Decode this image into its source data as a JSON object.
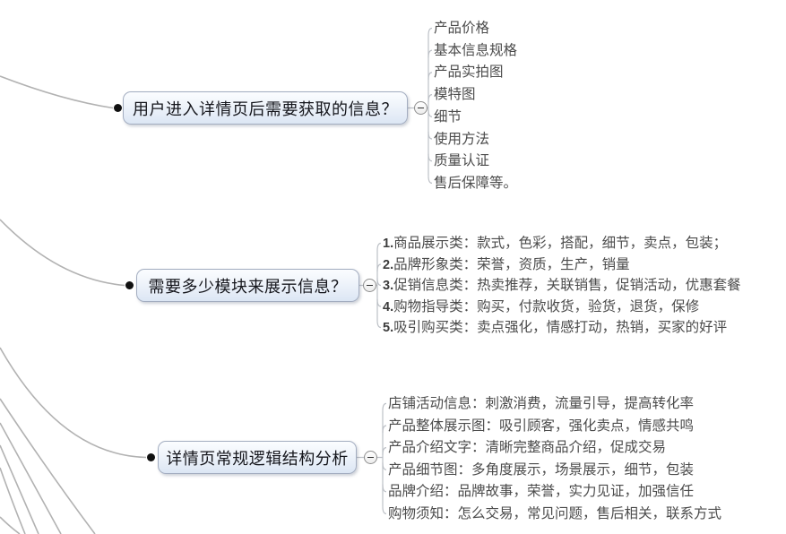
{
  "palette": {
    "background": "#ffffff",
    "wire": "#b2b2b2",
    "child_wire": "#bcc0c6",
    "node_border": "#a3adc0",
    "node_fill_top": "#fbfdff",
    "node_fill_bottom": "#dce6f4",
    "node_text": "#15161c",
    "child_text": "#4b4b4b",
    "dot": "#111111"
  },
  "icons": {
    "collapse": "minus"
  },
  "branches": [
    {
      "label": "用户进入详情页后需要获取的信息？",
      "children": [
        {
          "text": "产品价格"
        },
        {
          "text": "基本信息规格"
        },
        {
          "text": "产品实拍图"
        },
        {
          "text": "模特图"
        },
        {
          "text": "细节"
        },
        {
          "text": "使用方法"
        },
        {
          "text": "质量认证"
        },
        {
          "text": "售后保障等。"
        }
      ]
    },
    {
      "label": "需要多少模块来展示信息？",
      "children": [
        {
          "prefix": "1.",
          "text": "商品展示类：款式，色彩，搭配，细节，卖点，包装；"
        },
        {
          "prefix": "2.",
          "text": "品牌形象类：荣誉，资质，生产，销量"
        },
        {
          "prefix": "3.",
          "text": "促销信息类：热卖推荐，关联销售，促销活动，优惠套餐"
        },
        {
          "prefix": "4.",
          "text": "购物指导类：购买，付款收货，验货，退货，保修"
        },
        {
          "prefix": "5.",
          "text": "吸引购买类：卖点强化，情感打动，热销，买家的好评"
        }
      ]
    },
    {
      "label": "详情页常规逻辑结构分析",
      "children": [
        {
          "text": "店铺活动信息：刺激消费，流量引导，提高转化率"
        },
        {
          "text": "产品整体展示图：吸引顾客，强化卖点，情感共鸣"
        },
        {
          "text": "产品介绍文字：清晰完整商品介绍，促成交易"
        },
        {
          "text": "产品细节图：多角度展示，场景展示，细节，包装"
        },
        {
          "text": "品牌介绍：品牌故事，荣誉，实力见证，加强信任"
        },
        {
          "text": "购物须知：怎么交易，常见问题，售后相关，联系方式"
        }
      ]
    }
  ]
}
